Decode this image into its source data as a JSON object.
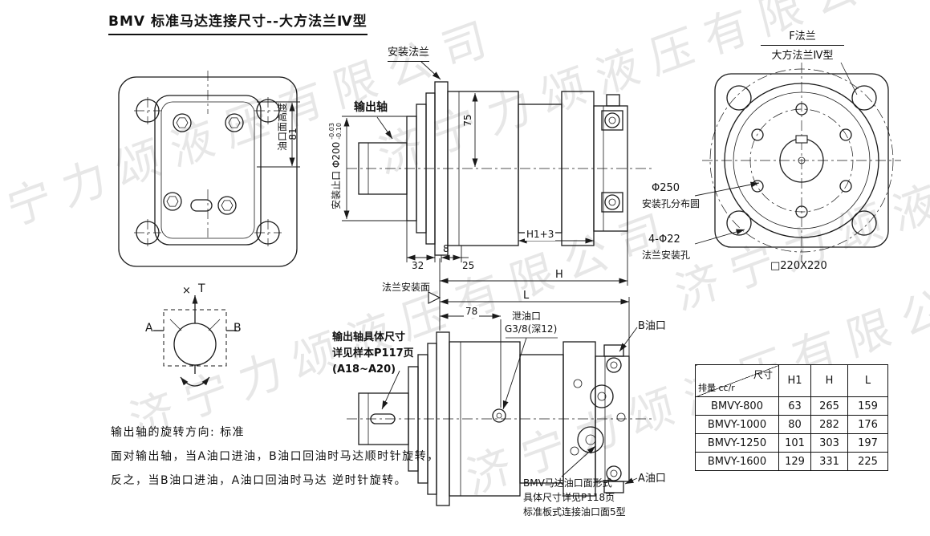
{
  "title": "BMV 标准马达连接尺寸--大方法兰Ⅳ型",
  "watermark": "济宁力颂液压有限公司",
  "colors": {
    "ink": "#1a1a1a",
    "background": "#ffffff",
    "watermark": "#cccccc"
  },
  "front_view": {
    "dim_81": "81",
    "oil_face_height": "油口面高度"
  },
  "side_view": {
    "mount_flange": "安装法兰",
    "output_shaft": "输出轴",
    "spigot_label": "安装止口 Φ200",
    "spigot_tol_upper": "-0.03",
    "spigot_tol_lower": "-0.10",
    "dim_75": "75",
    "dim_h1p3": "H1+3",
    "dim_32": "32",
    "dim_8": "8",
    "dim_25": "25",
    "dim_H": "H",
    "flange_face": "法兰安装面"
  },
  "flange_view": {
    "f_flange": "F法兰",
    "type_label": "大方法兰Ⅳ型",
    "phi250": "Φ250",
    "hole_circle": "安装孔分布圆",
    "four_phi22": "4-Φ22",
    "flange_holes": "法兰安装孔",
    "square_dim": "□220X220"
  },
  "schematic": {
    "x_mark": "×",
    "t_label": "T",
    "a_label": "A",
    "b_label": "B"
  },
  "bottom_view": {
    "shaft_note_1": "输出轴具体尺寸",
    "shaft_note_2": "详见样本P117页",
    "shaft_note_3": "(A18~A20)",
    "dim_78": "78",
    "dim_L": "L",
    "drain_port": "泄油口",
    "drain_spec": "G3/8(深12)",
    "b_port": "B油口",
    "a_port": "A油口",
    "port_note_1": "BMV马达油口面形式",
    "port_note_2": "具体尺寸详见P118页",
    "port_note_3": "标准板式连接油口面5型"
  },
  "rotation_notes": {
    "line1": "输出轴的旋转方向: 标准",
    "line2": "面对输出轴，当A油口进油，B油口回油时马达顺时针旋转，",
    "line3": "反之，当B油口进油，A油口回油时马达 逆时针旋转。"
  },
  "table": {
    "header_size": "尺寸",
    "header_displacement": "排量 cc/r",
    "columns": [
      "H1",
      "H",
      "L"
    ],
    "rows": [
      {
        "model": "BMVY-800",
        "h1": "63",
        "h": "265",
        "l": "159"
      },
      {
        "model": "BMVY-1000",
        "h1": "80",
        "h": "282",
        "l": "176"
      },
      {
        "model": "BMVY-1250",
        "h1": "101",
        "h": "303",
        "l": "197"
      },
      {
        "model": "BMVY-1600",
        "h1": "129",
        "h": "331",
        "l": "225"
      }
    ]
  }
}
